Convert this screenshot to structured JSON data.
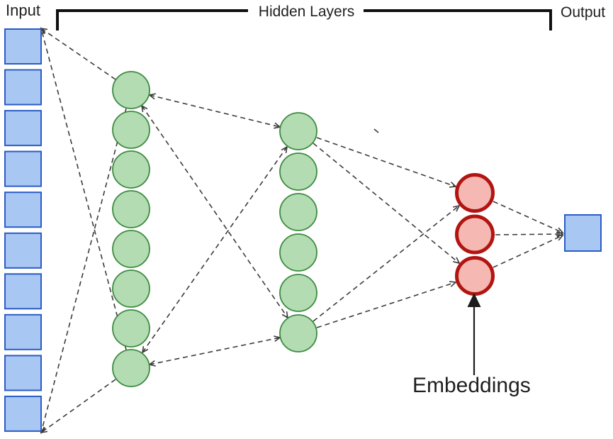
{
  "diagram": {
    "labels": {
      "input": "Input",
      "hidden_layers": "Hidden Layers",
      "output": "Output",
      "embeddings": "Embeddings"
    },
    "network": {
      "input_nodes": 10,
      "hidden_layer_1_nodes": 8,
      "hidden_layer_2_nodes": 6,
      "embedding_nodes": 3,
      "output_nodes": 1
    },
    "colors": {
      "input_fill": "#a9c7f3",
      "input_stroke": "#2b5cc5",
      "hidden_fill": "#b3dcb3",
      "hidden_stroke": "#3d8b40",
      "embedding_fill": "#f5b8b3",
      "embedding_stroke": "#b21511",
      "output_fill": "#a9c7f3",
      "output_stroke": "#2b5cc5",
      "connector": "#3c3c3c",
      "bracket": "#101010",
      "arrow": "#1c1c1c",
      "text": "#1f1f1f"
    }
  }
}
